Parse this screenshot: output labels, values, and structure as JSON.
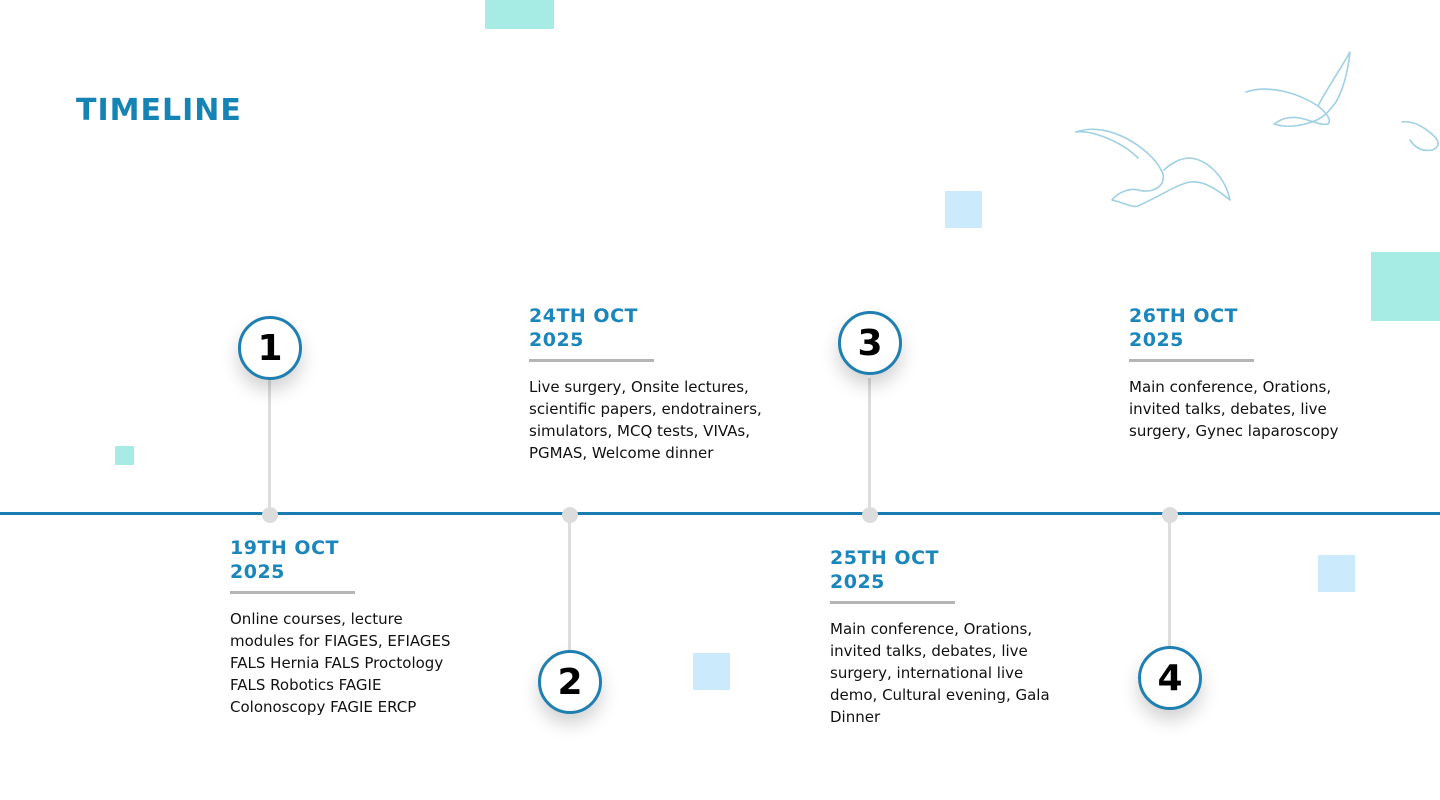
{
  "title": "TIMELINE",
  "colors": {
    "accent": "#1683b5",
    "axis": "#1a7db2",
    "date": "#1a86bb",
    "teal_square": "#a6ebe4",
    "light_blue_square": "#cbebfd",
    "connector": "#dddddd"
  },
  "events": [
    {
      "number": "1",
      "date_line1": "19TH OCT",
      "date_line2": "2025",
      "description": "Online courses, lecture modules for FIAGES, EFIAGES FALS Hernia FALS Proctology FALS Robotics FAGIE Colonoscopy FAGIE ERCP",
      "position": "below"
    },
    {
      "number": "2",
      "date_line1": "24TH OCT",
      "date_line2": "2025",
      "description": "Live surgery, Onsite lectures, scientific papers, endotrainers, simulators, MCQ tests, VIVAs, PGMAS, Welcome dinner",
      "position": "above"
    },
    {
      "number": "3",
      "date_line1": "25TH OCT",
      "date_line2": "2025",
      "description": "Main conference, Orations, invited talks, debates, live surgery, international live demo, Cultural evening, Gala Dinner",
      "position": "below"
    },
    {
      "number": "4",
      "date_line1": "26TH OCT",
      "date_line2": "2025",
      "description": "Main conference, Orations, invited talks, debates, live surgery, Gynec laparoscopy",
      "position": "above"
    }
  ],
  "decorations": [
    "birds-illustration"
  ]
}
